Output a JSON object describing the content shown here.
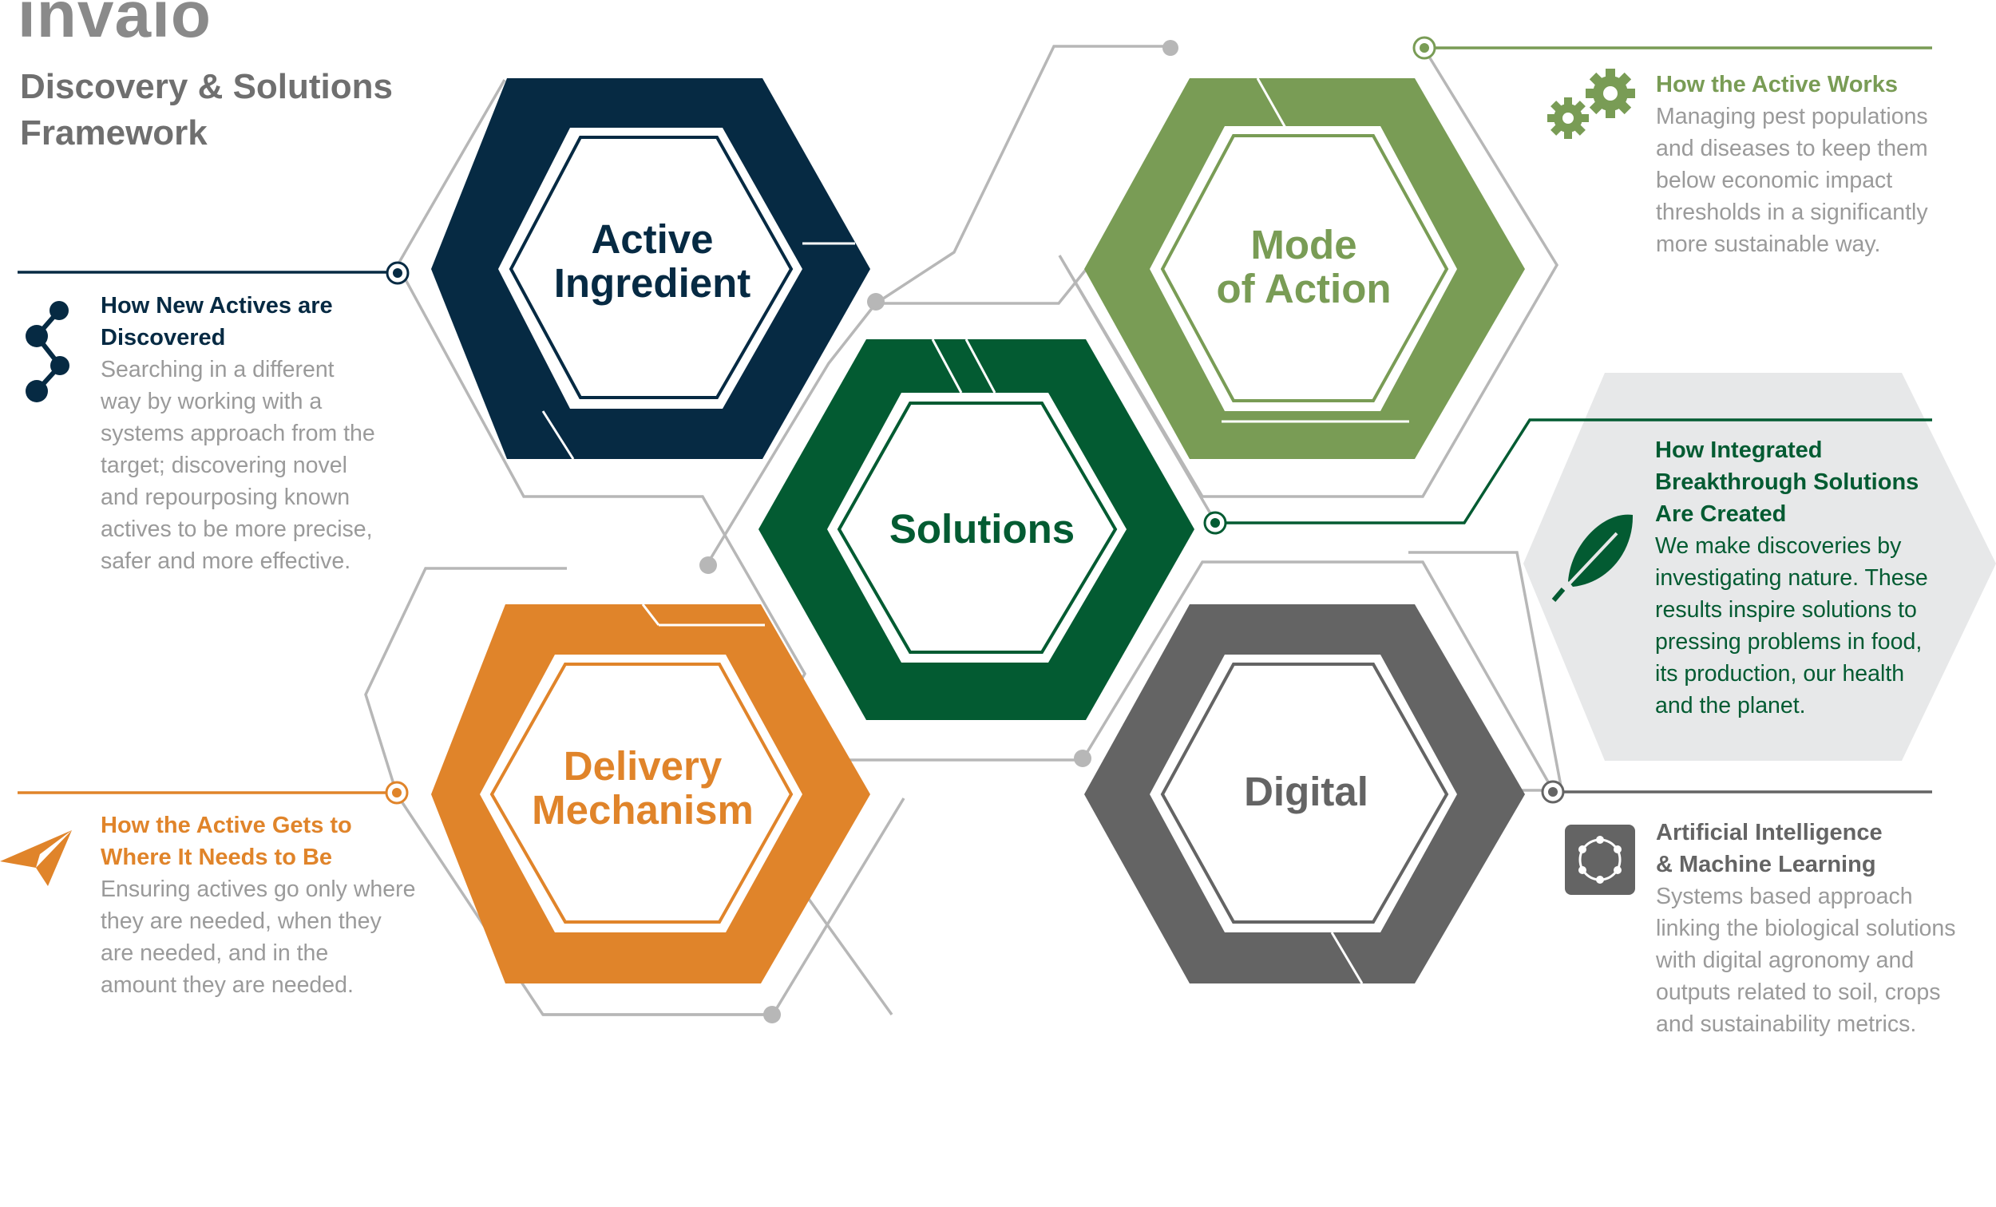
{
  "logo": "invaio",
  "framework_title": [
    "Discovery & Solutions",
    "Framework"
  ],
  "colors": {
    "navy": "#062a43",
    "light_green": "#799c55",
    "dark_green": "#035b32",
    "orange": "#e0842a",
    "gray": "#646464",
    "connector": "#b7b7b7",
    "panel_bg": "#e7e8e9",
    "body_text": "#9a9a9a"
  },
  "hexagons": {
    "active": {
      "label": [
        "Active",
        "Ingredient"
      ]
    },
    "mode": {
      "label": [
        "Mode",
        "of Action"
      ]
    },
    "solutions": {
      "label": [
        "Solutions"
      ]
    },
    "delivery": {
      "label": [
        "Delivery",
        "Mechanism"
      ]
    },
    "digital": {
      "label": [
        "Digital"
      ]
    }
  },
  "panels": {
    "discovered": {
      "icon": "molecule-icon",
      "heading": [
        "How New Actives are",
        "Discovered"
      ],
      "body": [
        "Searching in a different",
        "way by working with a",
        "systems approach from the",
        "target; discovering novel",
        "and repourposing known",
        "actives to be more precise,",
        "safer and more effective."
      ]
    },
    "works": {
      "icon": "gears-icon",
      "heading": [
        "How the Active Works"
      ],
      "body": [
        "Managing pest populations",
        "and diseases to keep them",
        "below economic impact",
        "thresholds in a significantly",
        "more sustainable way."
      ]
    },
    "integrated": {
      "icon": "leaf-icon",
      "heading": [
        "How Integrated",
        "Breakthrough Solutions",
        "Are Created"
      ],
      "body": [
        "We make discoveries by",
        "investigating nature. These",
        "results inspire solutions to",
        "pressing problems in food,",
        "its production, our health",
        "and the planet."
      ]
    },
    "delivery": {
      "icon": "paper-plane-icon",
      "heading": [
        "How the Active Gets to",
        "Where It Needs to Be"
      ],
      "body": [
        "Ensuring actives go only where",
        "they are needed, when they",
        "are needed, and in the",
        "amount they are needed."
      ]
    },
    "ai": {
      "icon": "network-chip-icon",
      "heading": [
        "Artificial Intelligence",
        "& Machine Learning"
      ],
      "body": [
        "Systems based approach",
        "linking  the biological solutions",
        "with digital agronomy and",
        "outputs related to soil, crops",
        "and sustainability metrics."
      ]
    }
  }
}
